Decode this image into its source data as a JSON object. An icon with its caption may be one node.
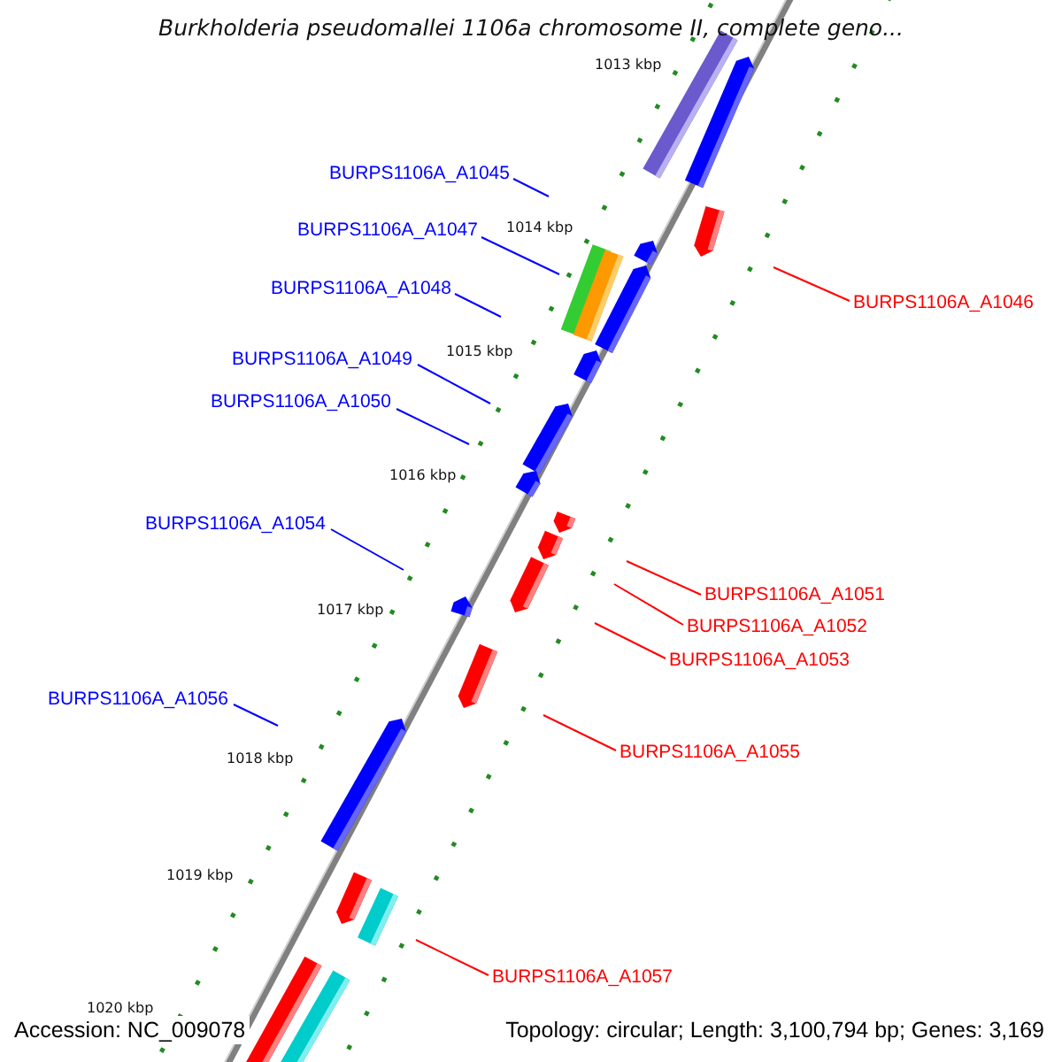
{
  "diagram": {
    "title": "Burkholderia pseudomallei 1106a chromosome II, complete geno...",
    "nodes": [
      {
        "text": [
          "BURPS1106A_A1045"
        ]
      },
      {
        "text": [
          "BURPS1106A_A1047"
        ]
      },
      {
        "text": [
          "BURPS1106A_A1046"
        ]
      },
      {
        "text": [
          "BURPS1106A_A1048"
        ]
      },
      {
        "text": [
          "BURPS1106A_A1049"
        ]
      },
      {
        "text": [
          "BURPS1106A_A1050"
        ]
      },
      {
        "text": [
          "BURPS1106A_A1054"
        ]
      },
      {
        "text": [
          "BURPS1106A_A1051"
        ]
      },
      {
        "text": [
          "BURPS1106A_A1052"
        ]
      },
      {
        "text": [
          "BURPS1106A_A1053"
        ]
      },
      {
        "text": [
          "BURPS1106A_A1056"
        ]
      },
      {
        "text": [
          "BURPS1106A_A1055"
        ]
      },
      {
        "text": [
          "BURPS1106A_A1057"
        ]
      }
    ],
    "edges": [
      {
        "from": 0,
        "to": null,
        "arrow": "none"
      },
      {
        "from": 1,
        "to": null,
        "arrow": "none"
      },
      {
        "from": 2,
        "to": null,
        "arrow": "none",
        "color": "#ff0000"
      },
      {
        "from": 3,
        "to": null,
        "arrow": "none"
      },
      {
        "from": 4,
        "to": null,
        "arrow": "none"
      },
      {
        "from": 5,
        "to": null,
        "arrow": "none"
      },
      {
        "from": 6,
        "to": null,
        "arrow": "none"
      },
      {
        "from": 7,
        "to": null,
        "arrow": "none",
        "color": "#ff0000"
      },
      {
        "from": 8,
        "to": null,
        "arrow": "none",
        "color": "#ff0000"
      },
      {
        "from": 9,
        "to": null,
        "arrow": "none",
        "color": "#ff0000"
      },
      {
        "from": 10,
        "to": null,
        "arrow": "none"
      },
      {
        "from": 11,
        "to": null,
        "arrow": "none",
        "color": "#ff0000"
      },
      {
        "from": 12,
        "to": null,
        "arrow": "none",
        "color": "#ff0000"
      }
    ],
    "labels": [
      "1013 kbp",
      "1014 kbp",
      "1015 kbp",
      "1016 kbp",
      "1017 kbp",
      "1018 kbp",
      "1019 kbp",
      "1020 kbp",
      "Accession: NC_009078",
      "Topology: circular; Length: 3,100,794 bp; Genes: 3,169"
    ]
  }
}
